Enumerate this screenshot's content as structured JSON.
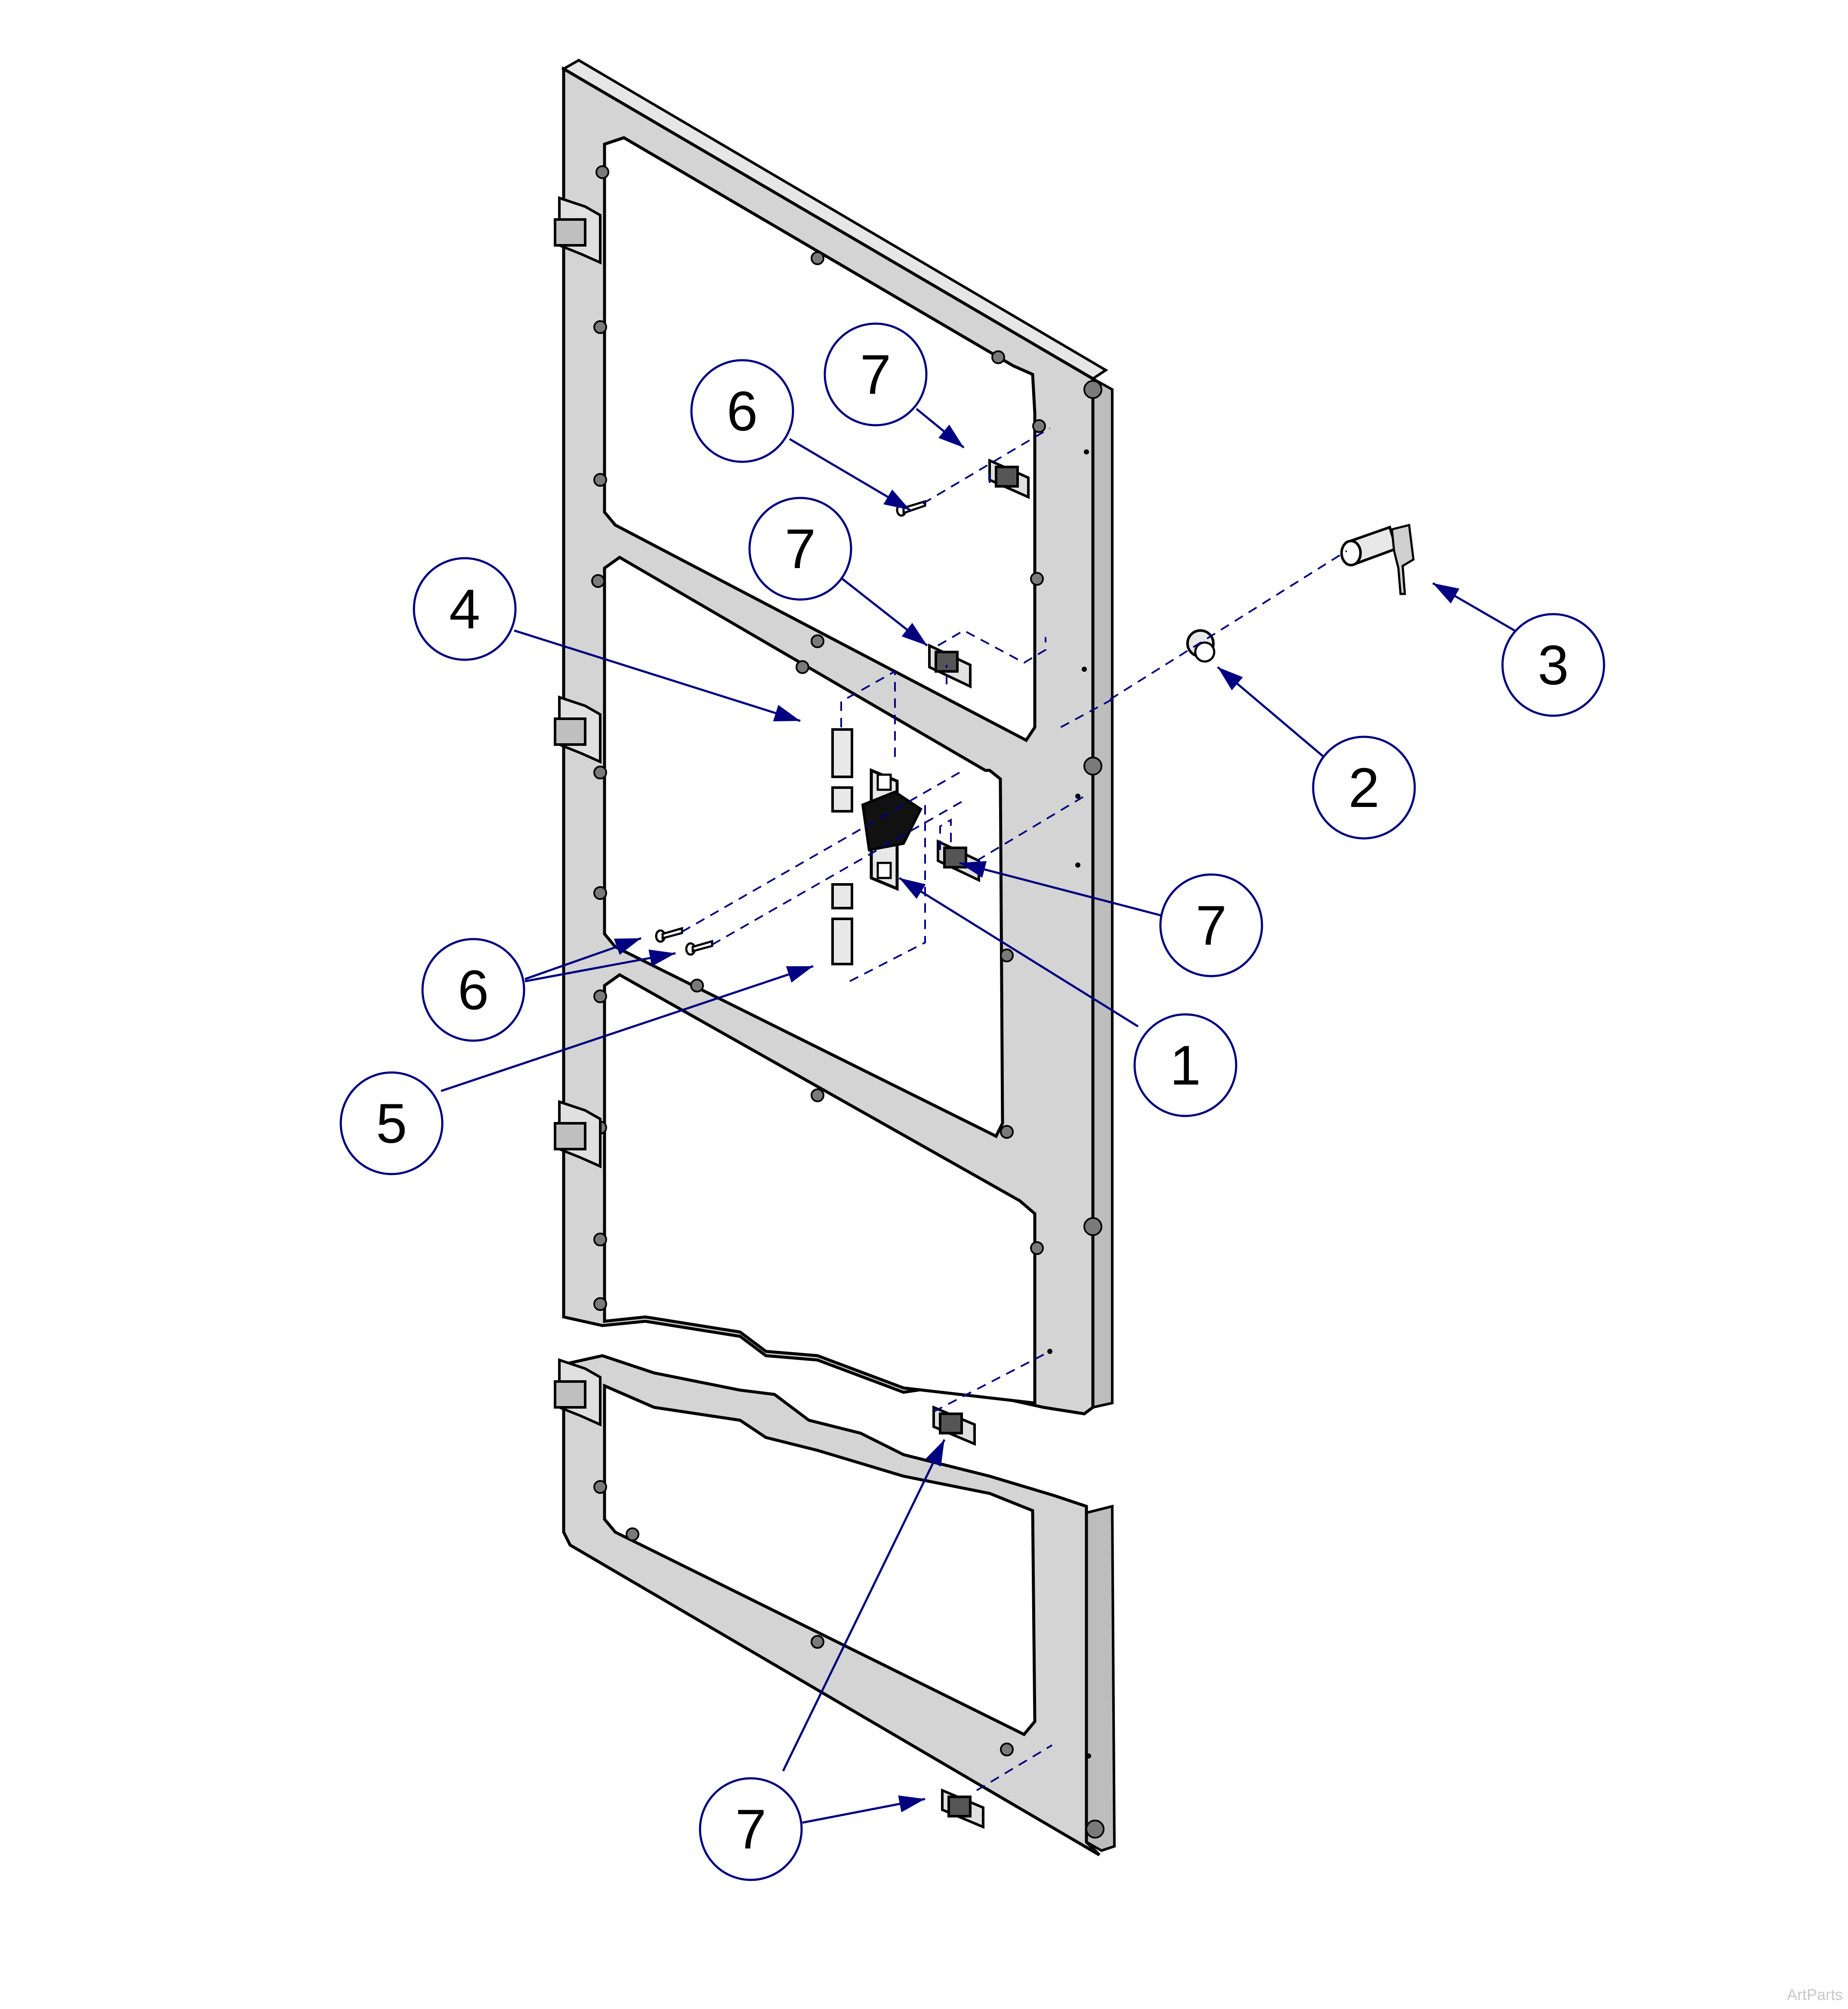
{
  "callouts": [
    {
      "id": "1",
      "label": "1"
    },
    {
      "id": "2",
      "label": "2"
    },
    {
      "id": "3",
      "label": "3"
    },
    {
      "id": "4",
      "label": "4"
    },
    {
      "id": "5",
      "label": "5"
    },
    {
      "id": "6a",
      "label": "6"
    },
    {
      "id": "6b",
      "label": "6"
    },
    {
      "id": "7a",
      "label": "7"
    },
    {
      "id": "7b",
      "label": "7"
    },
    {
      "id": "7c",
      "label": "7"
    },
    {
      "id": "7d",
      "label": "7"
    },
    {
      "id": "7e",
      "label": "7"
    }
  ],
  "watermark": "ArtParts",
  "colors": {
    "panel": "#d4d4d4",
    "outline": "#000000",
    "callout": "#000080",
    "boss": "#7a7a7a"
  }
}
